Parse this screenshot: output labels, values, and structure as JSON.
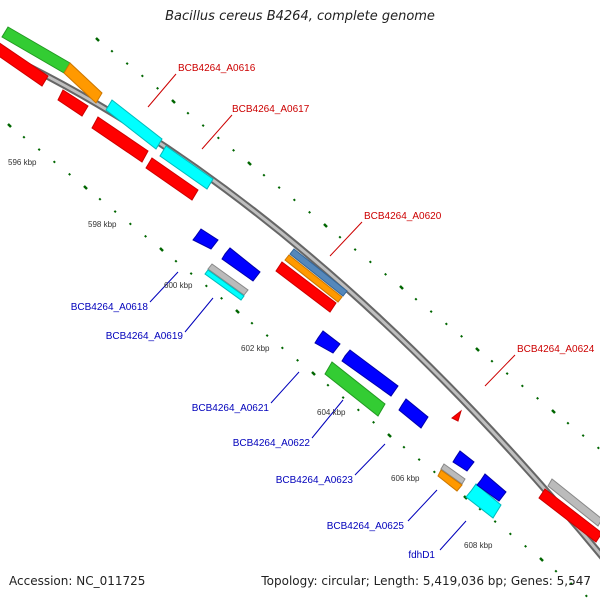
{
  "title": "Bacillus cereus B4264, complete genome",
  "accession": "Accession: NC_011725",
  "summary": "Topology: circular; Length: 5,419,036 bp; Genes: 5,547",
  "ticks": [
    "596 kbp",
    "598 kbp",
    "600 kbp",
    "602 kbp",
    "604 kbp",
    "606 kbp",
    "608 kbp"
  ],
  "genes_forward": [
    "BCB4264_A0616",
    "BCB4264_A0617",
    "BCB4264_A0620",
    "BCB4264_A0624"
  ],
  "genes_reverse": [
    "BCB4264_A0618",
    "BCB4264_A0619",
    "BCB4264_A0621",
    "BCB4264_A0622",
    "BCB4264_A0623",
    "BCB4264_A0625",
    "fdhD1"
  ],
  "colors": {
    "forward_label": "#cc0000",
    "reverse_label": "#0000bb",
    "backbone": "#999999",
    "tick": "#006600",
    "cds": "#ff0000",
    "cds_rev": "#0000ff",
    "cog_green": "#33cc33",
    "cog_orange": "#ff9900",
    "cog_cyan": "#00ffff",
    "cog_grey": "#bbbbbb",
    "cog_steel": "#5588bb"
  }
}
